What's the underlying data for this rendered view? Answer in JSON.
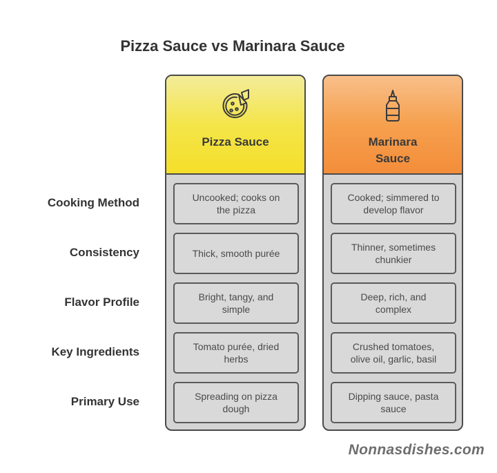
{
  "title": "Pizza Sauce vs Marinara Sauce",
  "row_labels": [
    "Cooking Method",
    "Consistency",
    "Flavor Profile",
    "Key Ingredients",
    "Primary Use"
  ],
  "columns": [
    {
      "title": "Pizza Sauce",
      "icon": "pizza-icon",
      "color": "#f5e23a",
      "cells": [
        "Uncooked; cooks on the pizza",
        "Thick, smooth purée",
        "Bright, tangy, and simple",
        "Tomato purée, dried herbs",
        "Spreading on pizza dough"
      ]
    },
    {
      "title_line1": "Marinara",
      "title_line2": "Sauce",
      "icon": "sauce-bottle-icon",
      "color": "#f59a48",
      "cells": [
        "Cooked; simmered to develop flavor",
        "Thinner, sometimes chunkier",
        "Deep, rich, and complex",
        "Crushed tomatoes, olive oil, garlic, basil",
        "Dipping sauce, pasta sauce"
      ]
    }
  ],
  "watermark": "Nonnasdishes.com"
}
